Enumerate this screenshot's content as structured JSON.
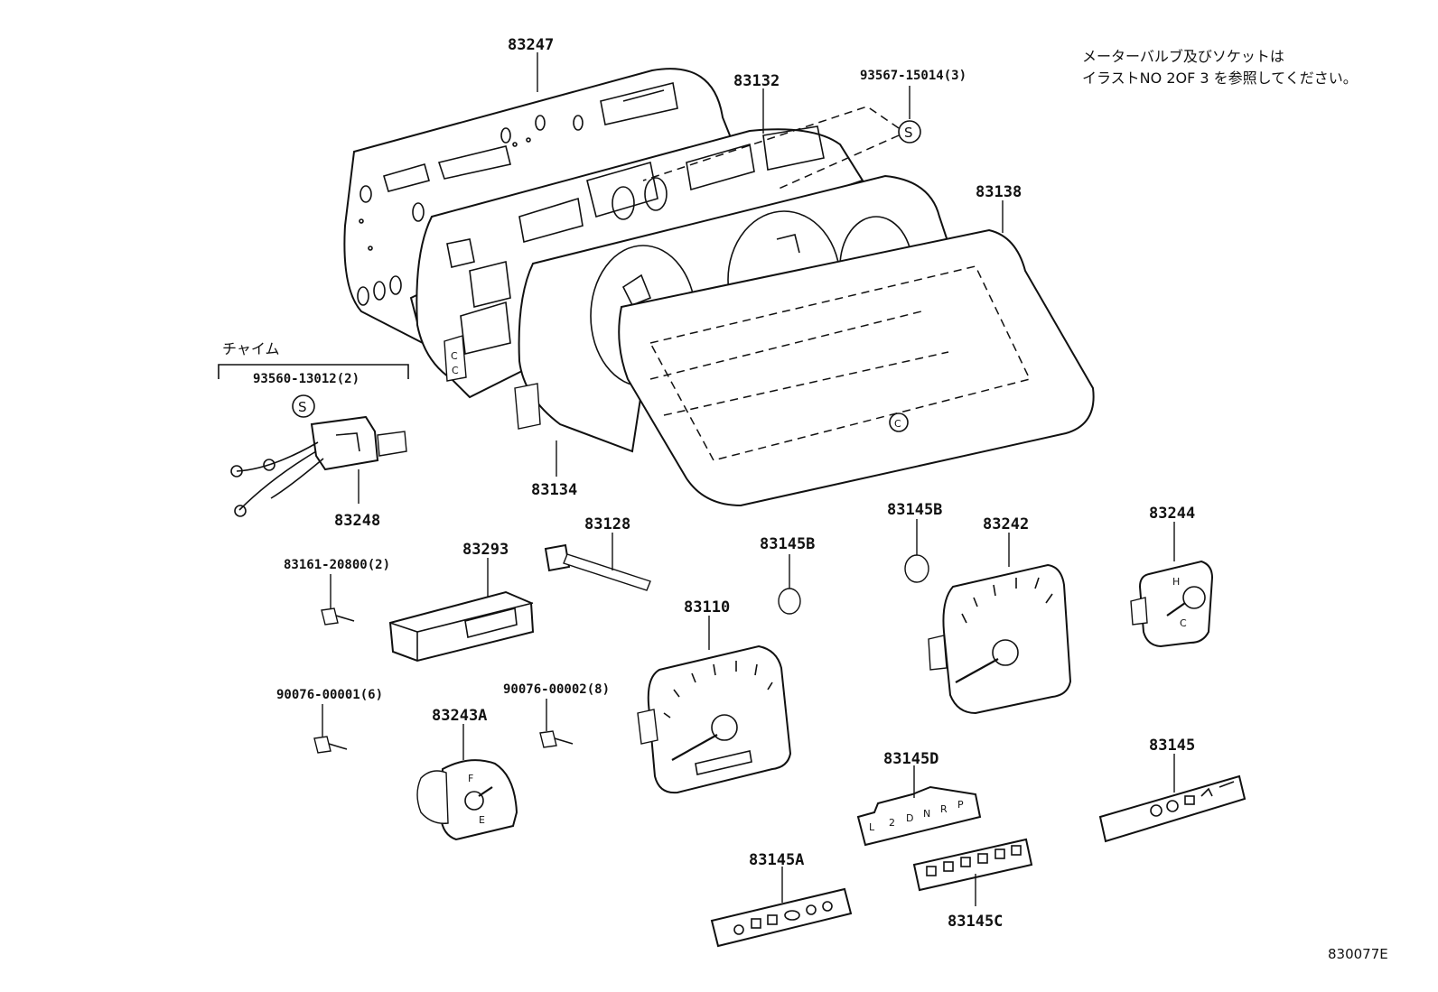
{
  "note": {
    "line1": "メーターバルブ及びソケットは",
    "line2": "イラストNO 2OF 3 を参照してください。"
  },
  "diagram_id": "830077E",
  "chime_label": "チャイム",
  "parts": {
    "p83247": "83247",
    "p83132": "83132",
    "p93567": "93567-15014(3)",
    "p83138": "83138",
    "p93560": "93560-13012(2)",
    "p83134": "83134",
    "p83248": "83248",
    "p83128": "83128",
    "p83145B_1": "83145B",
    "p83145B_2": "83145B",
    "p83242": "83242",
    "p83244": "83244",
    "p83161": "83161-20800(2)",
    "p83293": "83293",
    "p83110": "83110",
    "p90076_1": "90076-00001(6)",
    "p90076_2": "90076-00002(8)",
    "p83243A": "83243A",
    "p83145D": "83145D",
    "p83145": "83145",
    "p83145A": "83145A",
    "p83145C": "83145C"
  },
  "symbols": {
    "s": "S",
    "c": "C"
  },
  "gear_letters": [
    "L",
    "2",
    "D",
    "N",
    "R",
    "P"
  ],
  "gauge_marks": {
    "fuel_full": "F",
    "fuel_empty": "E",
    "temp_hot": "H",
    "temp_cold": "C"
  }
}
